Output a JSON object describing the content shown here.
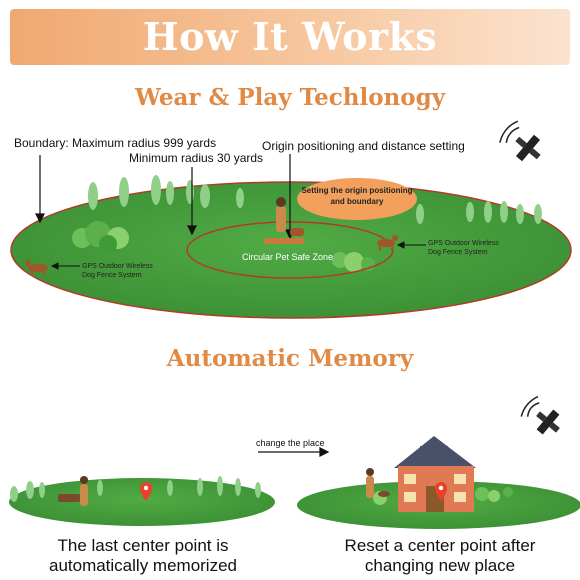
{
  "banner": {
    "title": "How It Works"
  },
  "section1": {
    "heading": "Wear & Play Techlonogy",
    "boundary_max": "Boundary: Maximum radius 999 yards",
    "boundary_min": "Minimum radius 30 yards",
    "origin_label": "Origin positioning and distance setting",
    "bubble_text": "Setting the origin positioning and boundary",
    "safe_zone": "Circular Pet Safe Zone",
    "device_label_right": "GPS Outdoor Wireless Dog Fence System",
    "device_label_left": "GPS Outdoor Wireless Dog Fence System"
  },
  "section2": {
    "heading": "Automatic Memory",
    "change_label": "change the place",
    "caption_left": "The last center point is automatically memorized",
    "caption_right": "Reset a center point after changing new place"
  },
  "colors": {
    "accent": "#e08a45",
    "grass": "#3f9a38",
    "boundary": "#c0392b",
    "bubble": "#f2a05c"
  }
}
